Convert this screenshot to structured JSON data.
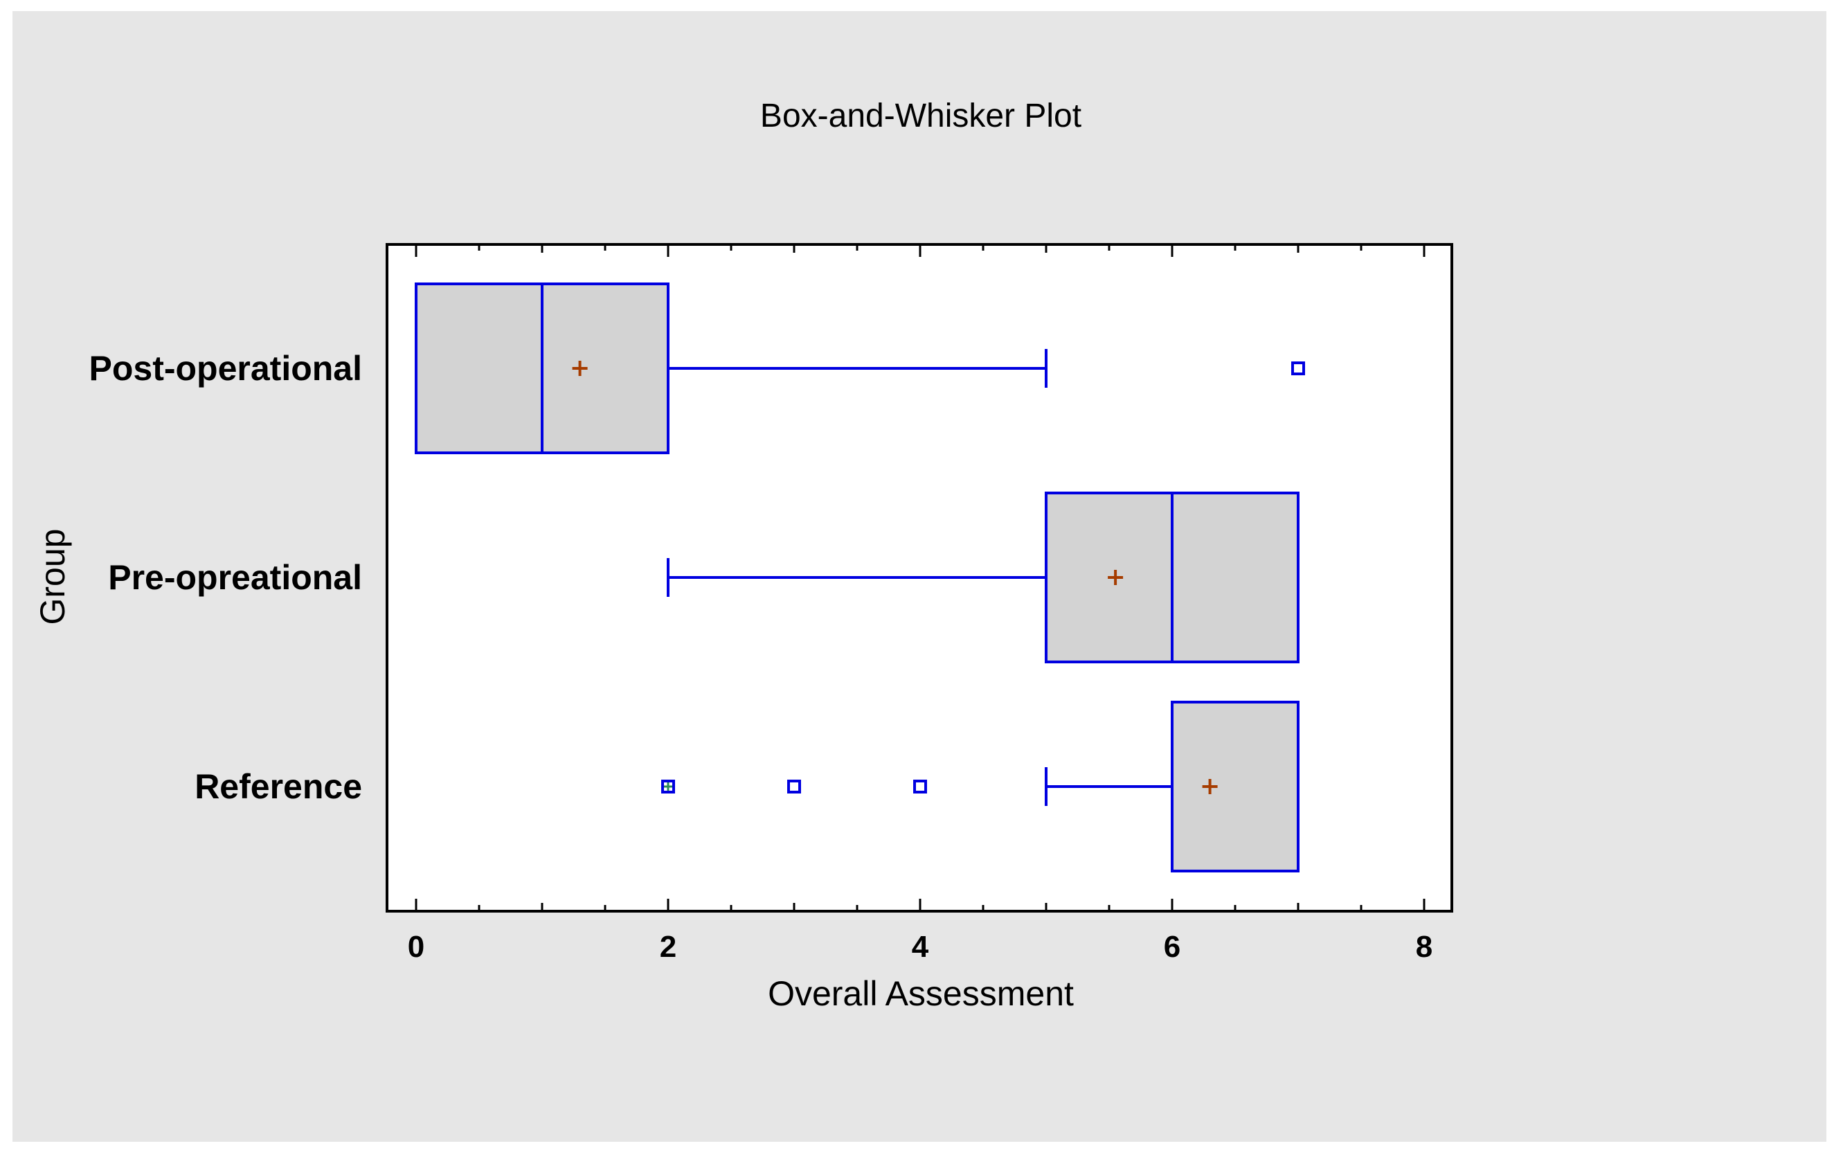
{
  "colors": {
    "panel_background": "#e6e6e6",
    "plot_background": "#ffffff",
    "box_fill": "#d3d3d3",
    "box_stroke": "#0000e0",
    "mean_marker": "#a63c00",
    "outlier_marker": "#0000e0",
    "outlier_inner": "#2e8b57",
    "axis": "#000000"
  },
  "chart_data": {
    "type": "box",
    "title": "Box-and-Whisker Plot",
    "xlabel": "Overall Assessment",
    "ylabel": "Group",
    "xlim": [
      -0.6,
      8.4
    ],
    "xticks": [
      0,
      2,
      4,
      6,
      8
    ],
    "orientation": "horizontal",
    "grid": false,
    "categories": [
      "Post-operational",
      "Pre-opreational",
      "Reference"
    ],
    "boxes": [
      {
        "label": "Post-operational",
        "whisker_low": 0,
        "q1": 0,
        "median": 1,
        "q3": 2,
        "whisker_high": 5,
        "mean": 1.3,
        "outliers": [
          7
        ]
      },
      {
        "label": "Pre-opreational",
        "whisker_low": 2,
        "q1": 5,
        "median": 6,
        "q3": 7,
        "whisker_high": 7,
        "mean": 5.55,
        "outliers": []
      },
      {
        "label": "Reference",
        "whisker_low": 5,
        "q1": 6,
        "median": 6,
        "q3": 7,
        "whisker_high": 7,
        "mean": 6.3,
        "outliers": [
          2,
          3,
          4
        ]
      }
    ]
  }
}
